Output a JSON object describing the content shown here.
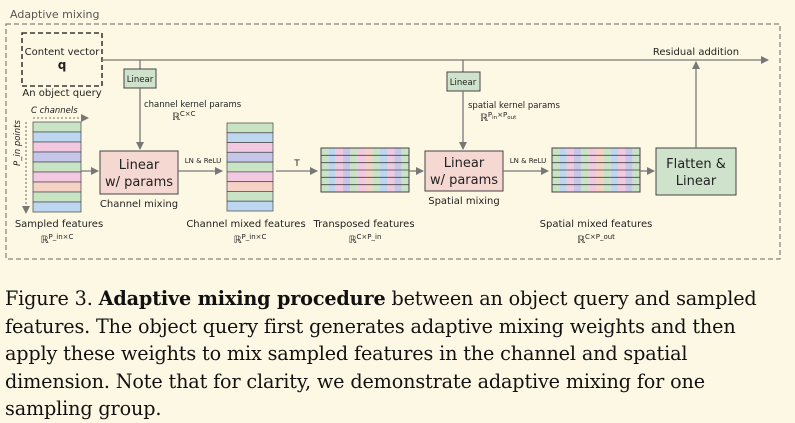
{
  "section_label": "Adaptive mixing",
  "content_vector": {
    "label": "Content vector",
    "symbol": "q",
    "caption": "An object query"
  },
  "residual_label": "Residual addition",
  "linear_small_1": "Linear",
  "linear_small_2": "Linear",
  "channel_kernel": {
    "label": "channel kernel params",
    "dims": "C×C"
  },
  "spatial_kernel": {
    "label": "spatial kernel params",
    "dims_base": "P",
    "dims_sub1": "in",
    "dims_mid": "×P",
    "dims_sub2": "out"
  },
  "c_channels": "C channels",
  "pin_points": "P_in points",
  "linear_params_1": {
    "line1": "Linear",
    "line2": "w/ params",
    "caption": "Channel mixing"
  },
  "linear_params_2": {
    "line1": "Linear",
    "line2": "w/ params",
    "caption": "Spatial mixing"
  },
  "ln_relu_1": "LN & ReLU",
  "ln_relu_2": "LN & ReLU",
  "transpose_label": "T",
  "flatten": {
    "line1": "Flatten &",
    "line2": "Linear"
  },
  "sampled": {
    "label": "Sampled features",
    "dims": "P_in×C"
  },
  "channel_mixed": {
    "label": "Channel mixed features",
    "dims": "P_in×C"
  },
  "transposed": {
    "label": "Transposed features",
    "dims": "C×P_in"
  },
  "spatial_mixed": {
    "label": "Spatial mixed features",
    "dims": "C×P_out"
  },
  "caption": {
    "figure": "Figure 3.",
    "bold": "Adaptive mixing procedure",
    "rest": " between an object query and sampled features. The object query first generates adaptive mixing weights and then apply these weights to mix sampled features in the channel and spatial dimension. Note that for clarity, we demonstrate adaptive mixing for one sampling group."
  },
  "colors": {
    "background": "#fdf8e4",
    "linear_small_fill": "#cfe3cc",
    "linear_params_fill": "#f6d8d2",
    "flatten_fill": "#cfe3cc",
    "row_colors": [
      "#c8e4c4",
      "#bcd7ef",
      "#f3c9e2",
      "#c6c6ea",
      "#c8e4c4",
      "#f3c9e2",
      "#f6d2c6"
    ]
  }
}
